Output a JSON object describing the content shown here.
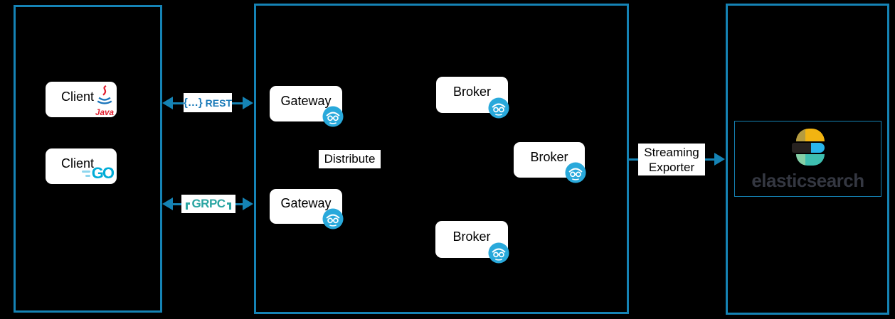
{
  "colors": {
    "accent": "#1583b5",
    "rest-blue": "#1a7ab8",
    "grpc-teal": "#2aa5a2",
    "zeebe-blue": "#29a9db",
    "go-blue": "#00acd7",
    "go-line": "#8fd6ee",
    "java-red": "#e11f2f",
    "java-blue": "#1a75bb",
    "elastic-yellow": "#f2b411",
    "elastic-yellow-dark": "#b49b40",
    "elastic-dark": "#26211f",
    "elastic-blue": "#29b5ea",
    "elastic-teal": "#3ebeb0",
    "elastic-teal-light": "#85cfa6",
    "elastic-text": "#343741"
  },
  "nodes": {
    "client_java": {
      "label": "Client"
    },
    "client_go": {
      "label": "Client"
    },
    "gateway_top": {
      "label": "Gateway"
    },
    "gateway_bottom": {
      "label": "Gateway"
    },
    "broker_top": {
      "label": "Broker"
    },
    "broker_right": {
      "label": "Broker"
    },
    "broker_bottom": {
      "label": "Broker"
    }
  },
  "edges": {
    "rest": {
      "prefix": "{…}",
      "label": "REST"
    },
    "grpc": {
      "label": "GRPC"
    },
    "streaming": {
      "line1": "Streaming",
      "line2": "Exporter"
    }
  },
  "labels": {
    "distribute": "Distribute"
  },
  "logos": {
    "java": "Java",
    "go": "GO",
    "elasticsearch": "elasticsearch"
  }
}
